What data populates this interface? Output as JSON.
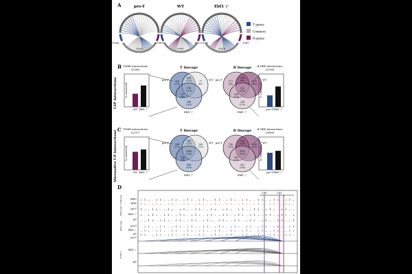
{
  "panel_labels": {
    "a": "A",
    "b": "B",
    "c": "C",
    "d": "D"
  },
  "panel_a": {
    "legend": [
      {
        "label": "T genes",
        "color": "#2b4a86"
      },
      {
        "label": "Common",
        "color": "#b0b0b0"
      },
      {
        "label": "B genes",
        "color": "#6b1f57"
      }
    ],
    "circles": [
      {
        "title": "pro-T",
        "left": "1186",
        "right": "854",
        "bottom": "5324"
      },
      {
        "title": "WT",
        "left": "679",
        "right": "2198",
        "bottom": "5767"
      },
      {
        "title": "Ebf1⁻/⁻",
        "left": "1957",
        "right": "1347",
        "bottom": "5319"
      }
    ]
  },
  "panel_b": {
    "row_label": "LSP interactions",
    "t_lineage": "T lineage",
    "b_lineage": "B lineage",
    "left_bar": {
      "title": "T-DRE interactions",
      "count": "(1186)",
      "ylabel": "% conserved",
      "cats": [
        "WT",
        "Ebf1⁻/⁻"
      ],
      "values": [
        40,
        65
      ],
      "colors": [
        "#6b1f57",
        "#111111"
      ]
    },
    "right_bar": {
      "title": "B-DRE interactions",
      "count": "(2198)",
      "ylabel": "% conserved",
      "cats": [
        "pro-T",
        "Ebf1⁻/⁻"
      ],
      "values": [
        35,
        62
      ],
      "colors": [
        "#2b4a86",
        "#111111"
      ]
    },
    "venn_t": {
      "labels": {
        "a": "pro-T",
        "b": "WT",
        "c": "Ebf1⁻/⁻"
      },
      "vals": [
        "300\n(25%)",
        "77\n(6%)",
        "264\n(22%)",
        "178\n(15%)",
        "97\n(8%)",
        "345\n(29%)"
      ]
    },
    "venn_b": {
      "labels": {
        "a": "pro-T",
        "b": "WT",
        "c": "Ebf1⁻/⁻"
      },
      "vals": [
        "177\n(8%)",
        "1071\n(49%)",
        "174\n(8%)",
        "212\n(10%)",
        "330\n(15%)",
        "234\n(11%)"
      ]
    }
  },
  "panel_c": {
    "row_label": "Alternative UP interactions",
    "t_lineage": "T lineage",
    "b_lineage": "B lineage",
    "left_bar": {
      "title": "T-DRE interactions",
      "count": "(2217)",
      "ylabel": "% conserved",
      "cats": [
        "WT",
        "Ebf1⁻/⁻"
      ],
      "values": [
        55,
        62
      ],
      "colors": [
        "#6b1f57",
        "#111111"
      ]
    },
    "right_bar": {
      "title": "B-DRE interactions",
      "count": "(3858)",
      "ylabel": "% conserved",
      "cats": [
        "pro-T",
        "Ebf1⁻/⁻"
      ],
      "values": [
        52,
        58
      ],
      "colors": [
        "#2b4a86",
        "#111111"
      ]
    },
    "venn_t": {
      "labels": {
        "a": "pro-T",
        "b": "WT",
        "c": "Ebf1⁻/⁻"
      },
      "vals": [
        "594\n(27%)",
        "269\n(12%)",
        "280\n(13%)",
        "1180\n(53%)",
        "136\n(6%)",
        "454\n(20%)"
      ]
    },
    "venn_b": {
      "labels": {
        "a": "pro-T",
        "b": "WT",
        "c": "Ebf1⁻/⁻"
      },
      "vals": [
        "736\n(19%)",
        "1289\n(33%)",
        "376\n(10%)",
        "1091\n(28%)",
        "393\n(10%)",
        "552\n(14%)"
      ]
    }
  },
  "panel_d": {
    "track_labels": [
      "EBF1",
      "PAX5",
      "pro-T",
      "Ebf1⁻/⁻",
      "WT",
      "pro-T",
      "Ebf1⁻/⁻",
      "WT",
      "pro-T",
      "Ebf1⁻/⁻",
      "WT"
    ],
    "group_labels": [
      "RNA-seq / ChIP-seq",
      "ATAC-seq",
      "PCHi-C"
    ],
    "gene_labels": [
      "Cd6",
      "Cd5"
    ]
  }
}
